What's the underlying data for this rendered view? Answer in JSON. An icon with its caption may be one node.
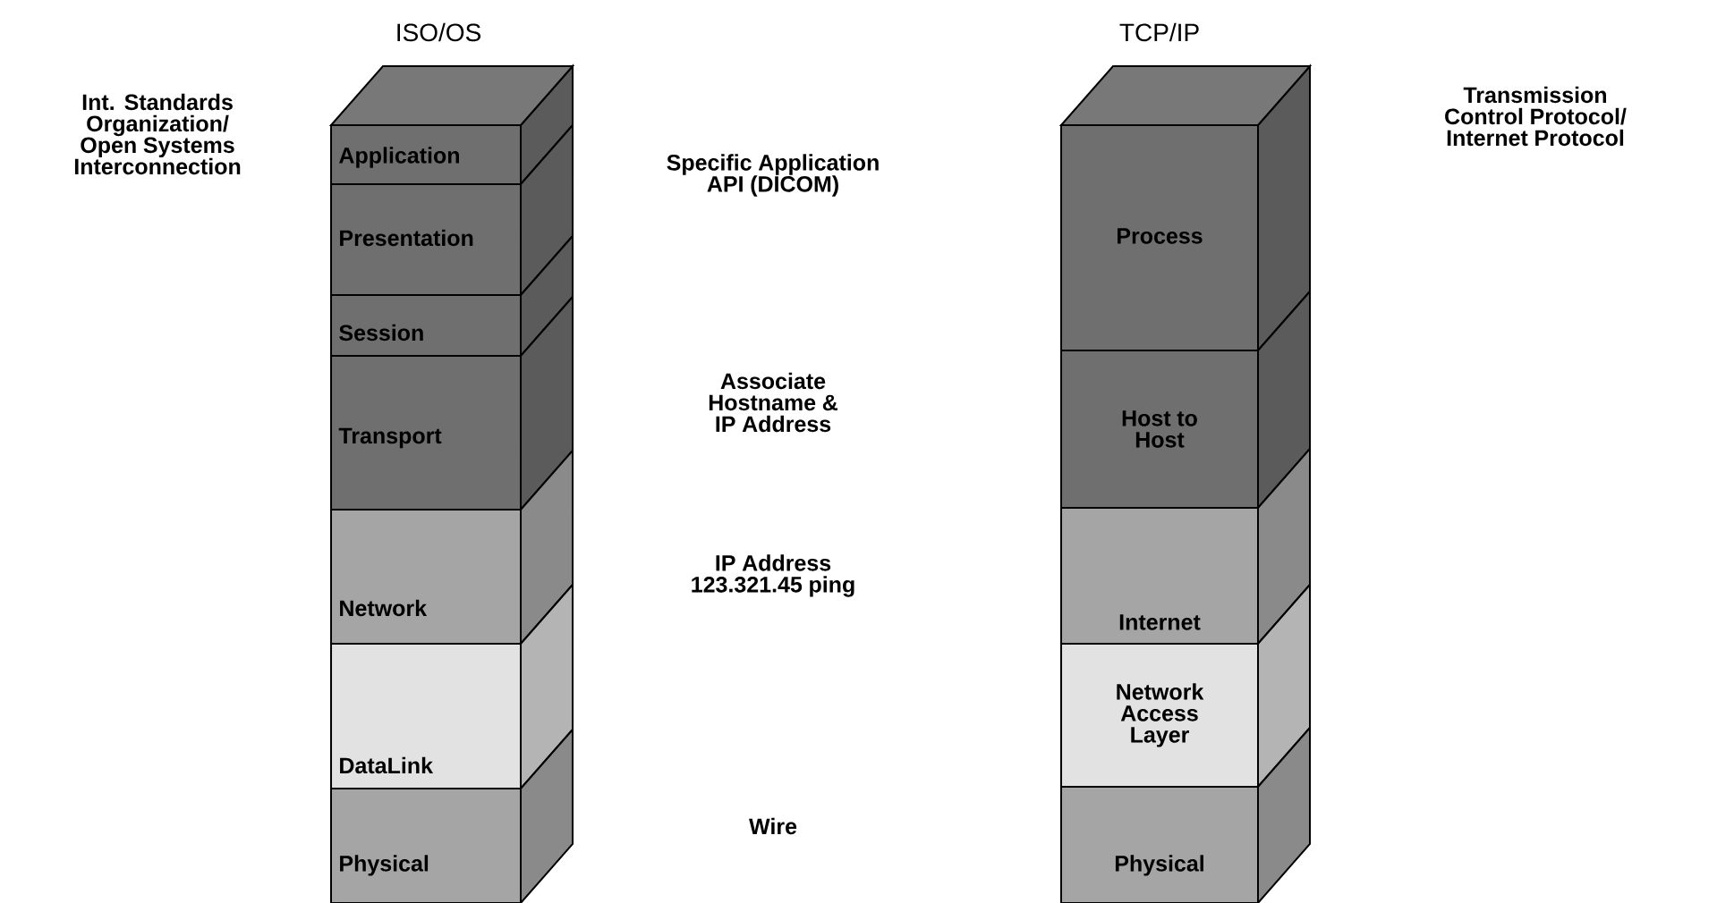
{
  "diagram": {
    "nodes": [
      {
        "text": [
          "Application"
        ]
      },
      {
        "text": [
          "Presentation"
        ]
      },
      {
        "text": [
          "Session"
        ]
      },
      {
        "text": [
          "Transport"
        ]
      },
      {
        "text": [
          "Network"
        ]
      },
      {
        "text": [
          "DataLink"
        ]
      },
      {
        "text": [
          "Physical"
        ]
      },
      {
        "text": [
          "Process"
        ]
      },
      {
        "text": [
          "Host to Host"
        ]
      },
      {
        "text": [
          "Internet"
        ]
      },
      {
        "text": [
          "Network Access Layer"
        ]
      },
      {
        "text": [
          "Physical"
        ]
      }
    ],
    "labels": [
      "ISO/OS",
      "TCP/IP",
      "Int. Standards Organization/ Open Systems Interconnection",
      "Specific Application API (DICOM)",
      "Transmission Control Protocol/ Internet Protocol",
      "Associate Hostname & IP Address",
      "IP Address 123.321.45 ping",
      "Wire"
    ]
  }
}
